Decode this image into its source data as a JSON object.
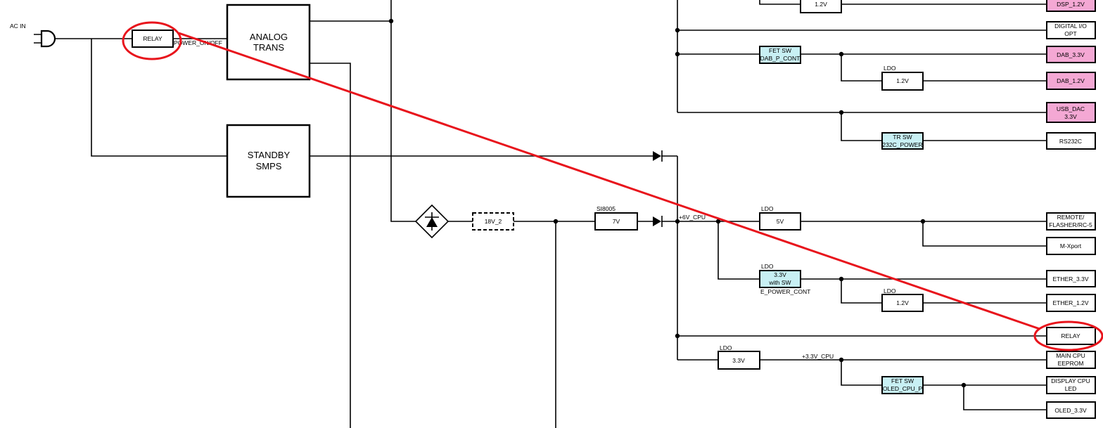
{
  "ac_in": "AC IN",
  "relay_label": "RELAY",
  "power_on_off": "POWER_ON/OFF",
  "analog_trans": [
    "ANALOG",
    "TRANS"
  ],
  "standby_smps": [
    "STANDBY",
    "SMPS"
  ],
  "fuse_18v": "18V_2",
  "si8005": "SI8005",
  "reg_7v": "7V",
  "plus6v_cpu": "+6V_CPU",
  "ldo": "LDO",
  "ldo_5v": "5V",
  "ldo_33_sw": [
    "3.3V",
    "with SW"
  ],
  "e_power_cont": "E_POWER_CONT",
  "ldo_12_ether": "1.2V",
  "ldo_33": "3.3V",
  "plus33v_cpu": "+3.3V_CPU",
  "fet_oled": [
    "FET SW",
    "OLED_CPU_P"
  ],
  "top_ldo_12": "1.2V",
  "fet_dab": [
    "FET SW",
    "DAB_P_CONT"
  ],
  "ldo_dab_12": "1.2V",
  "tr_sw": [
    "TR SW",
    "232C_POWER"
  ],
  "outputs": {
    "dsp_12": "DSP_1.2V",
    "digital_io": [
      "DIGITAL I/O",
      "OPT"
    ],
    "dab_33": "DAB_3.3V",
    "dab_12": "DAB_1.2V",
    "usb_dac": [
      "USB_DAC",
      "3.3V"
    ],
    "rs232c": "RS232C",
    "remote": [
      "REMOTE/",
      "FLASHER/RC-5"
    ],
    "mxport": "M-Xport",
    "ether_33": "ETHER_3.3V",
    "ether_12": "ETHER_1.2V",
    "relay_out": "RELAY",
    "main_cpu": [
      "MAIN CPU",
      "EEPROM"
    ],
    "display_cpu": [
      "DISPLAY CPU",
      "LED"
    ],
    "oled_33": "OLED_3.3V"
  },
  "colors": {
    "highlight": "#e8141c",
    "fet_fill": "#c8f0f4",
    "pink_fill": "#f4a8d4"
  }
}
